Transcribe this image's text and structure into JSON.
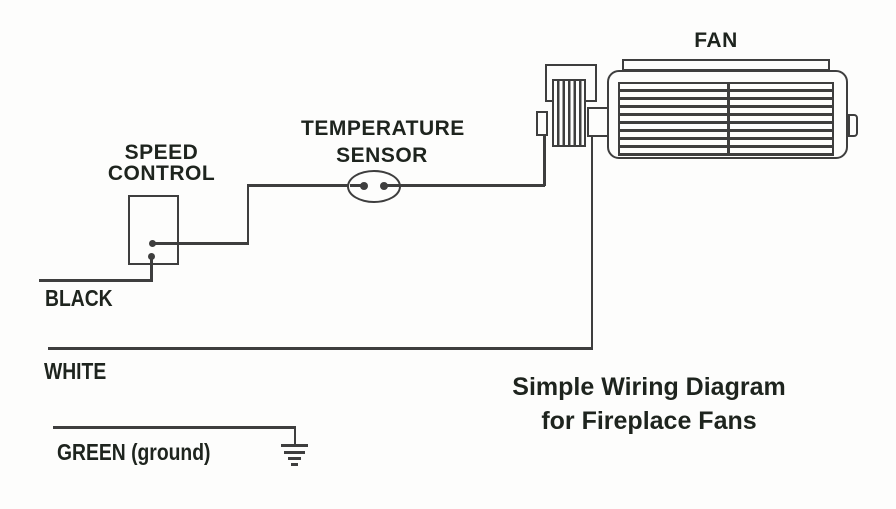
{
  "title": {
    "line1": "Simple Wiring Diagram",
    "line2": "for Fireplace Fans"
  },
  "components": {
    "speed_control": {
      "label_line1": "SPEED",
      "label_line2": "CONTROL"
    },
    "temperature_sensor": {
      "label_line1": "TEMPERATURE",
      "label_line2": "SENSOR"
    },
    "fan": {
      "label": "FAN"
    }
  },
  "wires": {
    "black": {
      "label": "BLACK"
    },
    "white": {
      "label": "WHITE"
    },
    "green": {
      "label": "GREEN (ground)"
    }
  },
  "colors": {
    "line": "#3e3e3e",
    "text": "#1e241e",
    "background": "#fdfdfc"
  }
}
